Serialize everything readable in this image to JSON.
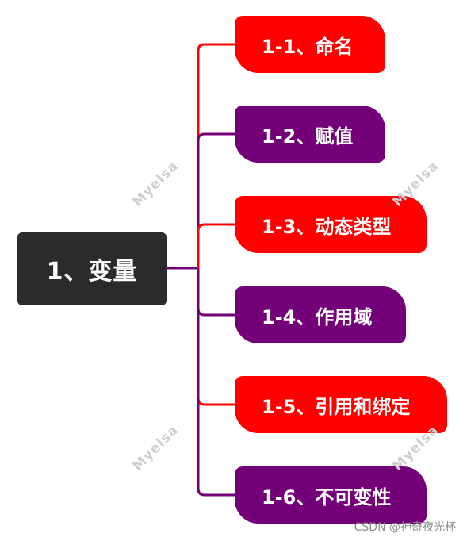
{
  "root": {
    "label": "1、变量",
    "color": "#2b2b2b"
  },
  "branches": [
    {
      "label": "1-1、命名",
      "color": "#ff0000"
    },
    {
      "label": "1-2、赋值",
      "color": "#730078"
    },
    {
      "label": "1-3、动态类型",
      "color": "#ff0000"
    },
    {
      "label": "1-4、作用域",
      "color": "#730078"
    },
    {
      "label": "1-5、引用和绑定",
      "color": "#ff0000"
    },
    {
      "label": "1-6、不可变性",
      "color": "#730078"
    }
  ],
  "watermark": "Myelsa",
  "credit": "CSDN @神奇夜光杯"
}
